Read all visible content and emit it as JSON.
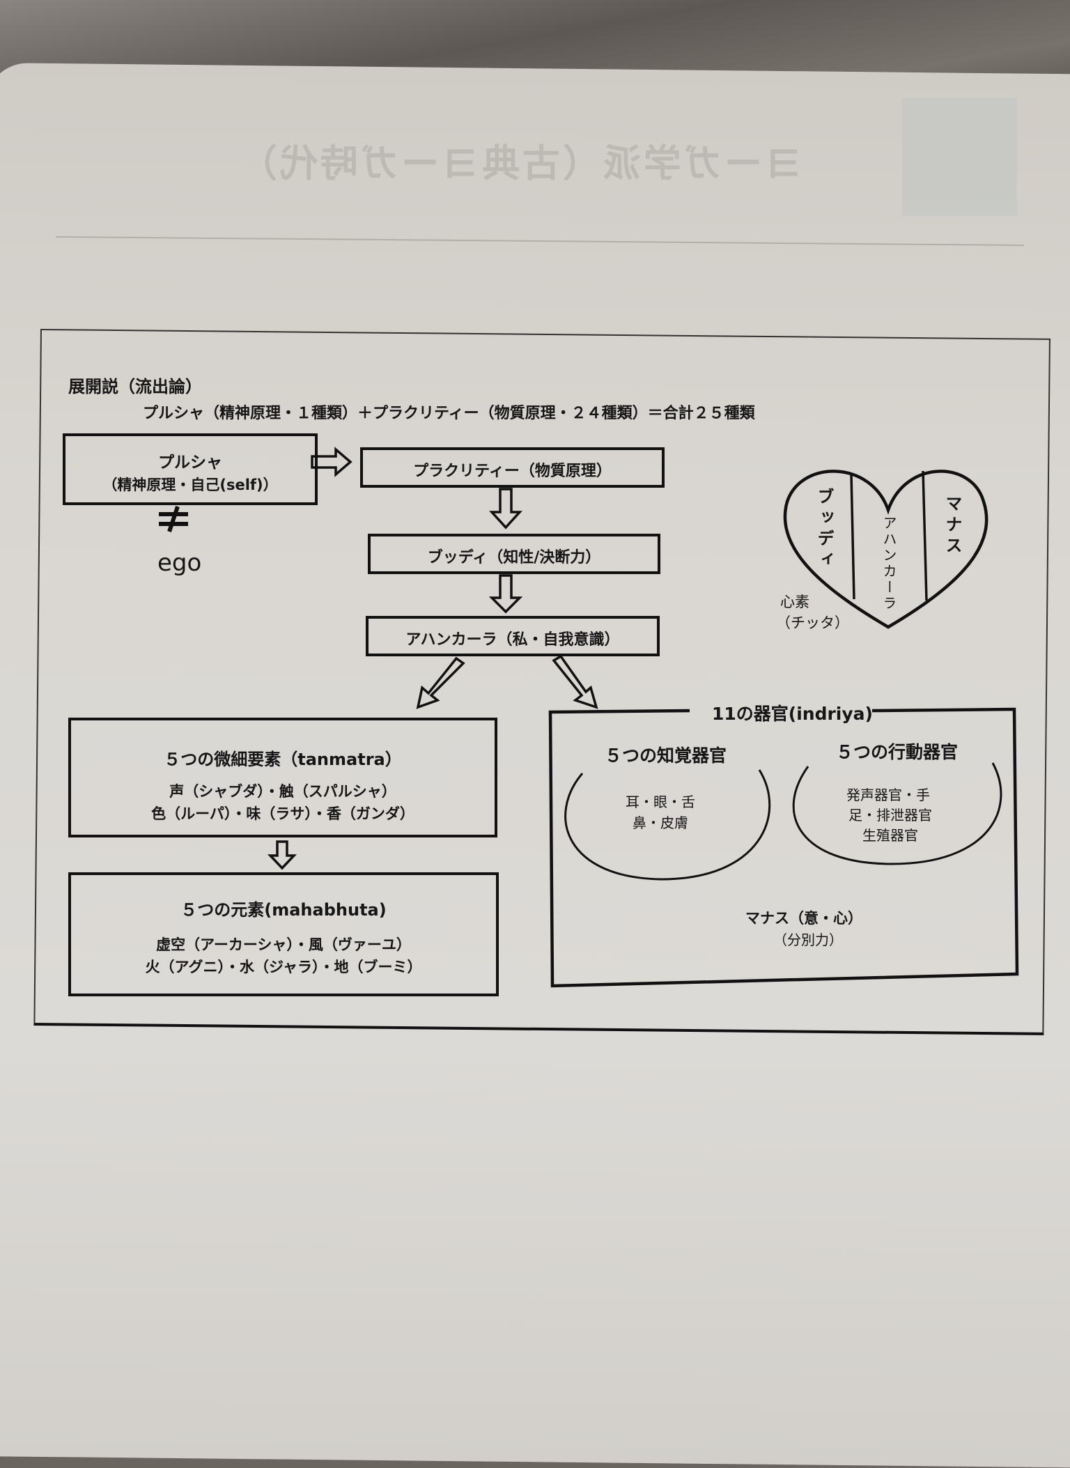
{
  "page_header": {
    "title": "ヨーガ学派（古典ヨーガ時代）"
  },
  "diagram": {
    "title": "展開説（流出論）",
    "formula": "プルシャ（精神原理・１種類）＋プラクリティー（物質原理・２４種類）＝合計２５種類",
    "purusha": {
      "name": "プルシャ",
      "desc": "（精神原理・自己(self)）",
      "not_equal": "≠",
      "ego": "ego"
    },
    "prakriti": "プラクリティー（物質原理）",
    "buddhi": "ブッディ（知性/決断力）",
    "ahankara": "アハンカーラ（私・自我意識）",
    "tanmatra": {
      "title": "５つの微細要素（tanmatra）",
      "line1": "声（シャブダ）・触（スパルシャ）",
      "line2": "色（ルーパ）・味（ラサ）・香（ガンダ）"
    },
    "mahabhuta": {
      "title": "５つの元素(mahabhuta)",
      "line1": "虚空（アーカーシャ）・風（ヴァーユ）",
      "line2": "火（アグニ）・水（ジャラ）・地（ブーミ）"
    },
    "indriya": {
      "title": "11の器官(indriya)",
      "perception": {
        "title": "５つの知覚器官",
        "line1": "耳・眼・舌",
        "line2": "鼻・皮膚"
      },
      "action": {
        "title": "５つの行動器官",
        "line1": "発声器官・手",
        "line2": "足・排泄器官",
        "line3": "生殖器官"
      },
      "manas": {
        "line1": "マナス（意・心）",
        "line2": "（分別力）"
      }
    },
    "heart": {
      "left": "ブッディ",
      "center": "アハンカーラ",
      "right": "マナス",
      "label1": "心素",
      "label2": "（チッタ）"
    }
  }
}
